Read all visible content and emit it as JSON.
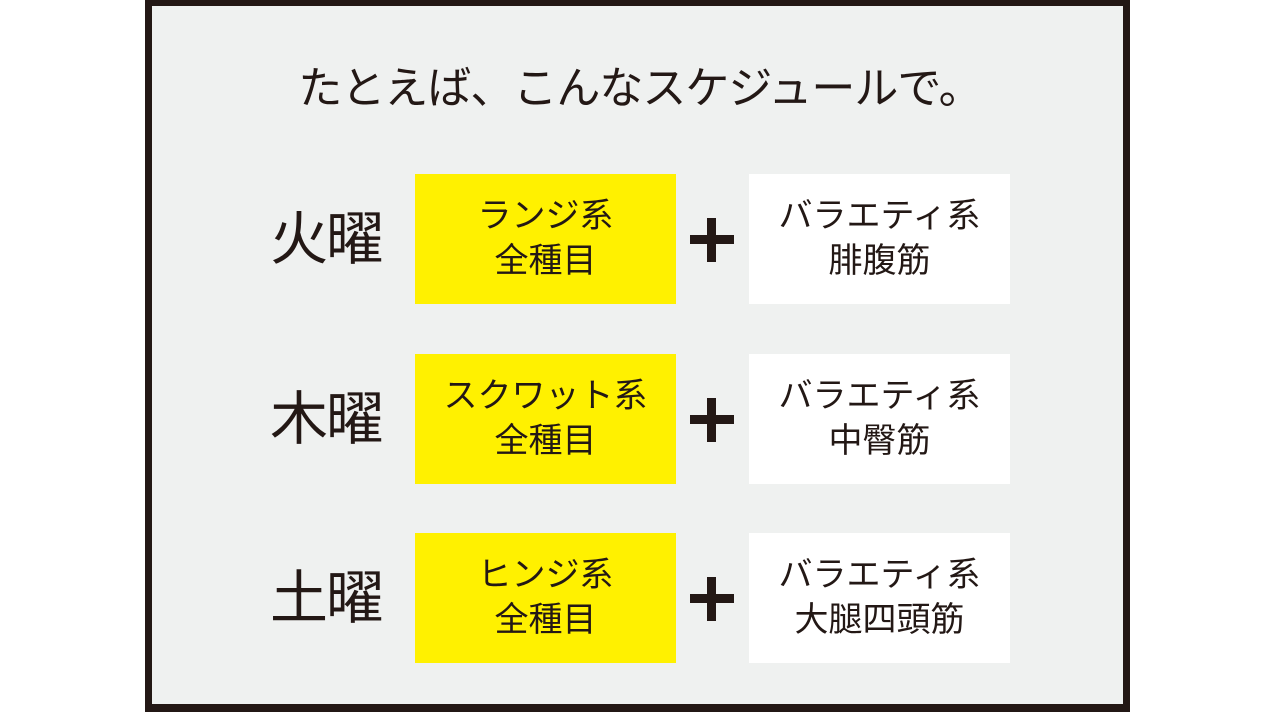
{
  "title": "たとえば、こんなスケジュールで。",
  "rows": [
    {
      "day": "火曜",
      "primary": {
        "line1": "ランジ系",
        "line2": "全種目"
      },
      "operator": "+",
      "secondary": {
        "line1": "バラエティ系",
        "line2": "腓腹筋"
      }
    },
    {
      "day": "木曜",
      "primary": {
        "line1": "スクワット系",
        "line2": "全種目"
      },
      "operator": "+",
      "secondary": {
        "line1": "バラエティ系",
        "line2": "中臀筋"
      }
    },
    {
      "day": "土曜",
      "primary": {
        "line1": "ヒンジ系",
        "line2": "全種目"
      },
      "operator": "+",
      "secondary": {
        "line1": "バラエティ系",
        "line2": "大腿四頭筋"
      }
    }
  ],
  "colors": {
    "background": "#eff1f0",
    "border": "#231815",
    "primary_box": "#fff100",
    "secondary_box": "#ffffff",
    "text": "#231815"
  }
}
